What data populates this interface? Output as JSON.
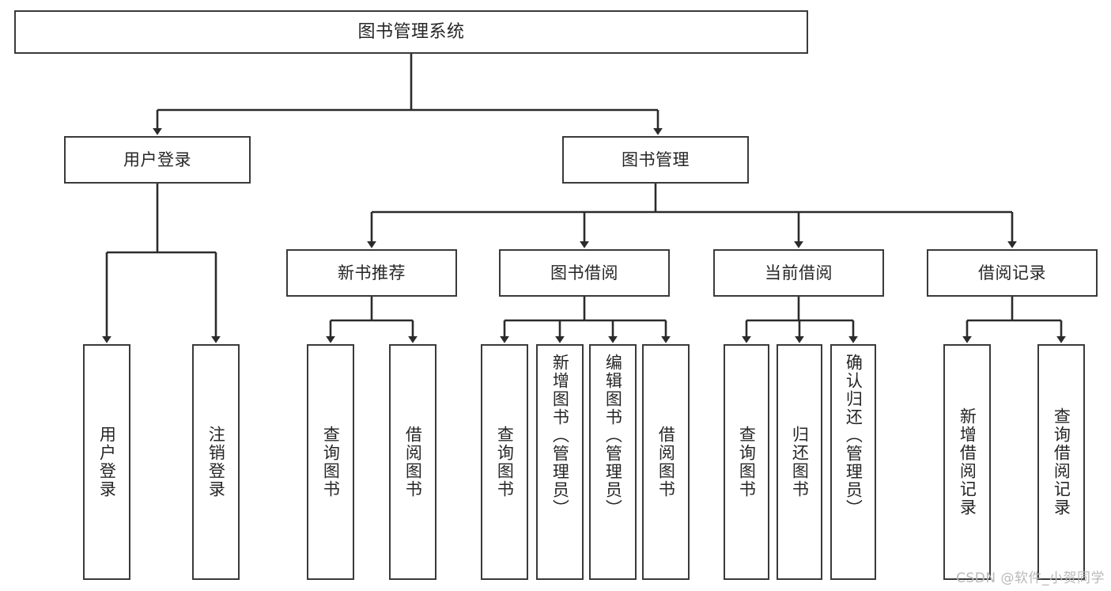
{
  "diagram": {
    "type": "tree",
    "title": "图书管理系统",
    "watermark": "CSDN @软件_小贺同学",
    "colors": {
      "box_border": "#3a3a3a",
      "box_fill": "#ffffff",
      "edge": "#2b2b2b",
      "text": "#262626",
      "watermark": "#b9b9b9",
      "background": "#ffffff"
    },
    "nodes": {
      "root": {
        "label": "图书管理系统"
      },
      "tier2": [
        {
          "id": "user-login",
          "label": "用户登录"
        },
        {
          "id": "book-manage",
          "label": "图书管理"
        }
      ],
      "tier3": [
        {
          "id": "new-book-rec",
          "label": "新书推荐"
        },
        {
          "id": "book-borrow",
          "label": "图书借阅"
        },
        {
          "id": "current-borrow",
          "label": "当前借阅"
        },
        {
          "id": "borrow-record",
          "label": "借阅记录"
        }
      ],
      "leaves": {
        "user-login": [
          {
            "id": "leaf-user-login",
            "label": "用户登录"
          },
          {
            "id": "leaf-logout",
            "label": "注销登录"
          }
        ],
        "new-book-rec": [
          {
            "id": "leaf-query-book-1",
            "label": "查询图书"
          },
          {
            "id": "leaf-borrow-book-1",
            "label": "借阅图书"
          }
        ],
        "book-borrow": [
          {
            "id": "leaf-query-book-2",
            "label": "查询图书"
          },
          {
            "id": "leaf-add-book",
            "label": "新增图书（管理员）"
          },
          {
            "id": "leaf-edit-book",
            "label": "编辑图书（管理员）"
          },
          {
            "id": "leaf-borrow-book-2",
            "label": "借阅图书"
          }
        ],
        "current-borrow": [
          {
            "id": "leaf-query-book-3",
            "label": "查询图书"
          },
          {
            "id": "leaf-return-book",
            "label": "归还图书"
          },
          {
            "id": "leaf-confirm-return",
            "label": "确认归还（管理员）"
          }
        ],
        "borrow-record": [
          {
            "id": "leaf-add-record",
            "label": "新增借阅记录"
          },
          {
            "id": "leaf-query-record",
            "label": "查询借阅记录"
          }
        ]
      }
    }
  }
}
